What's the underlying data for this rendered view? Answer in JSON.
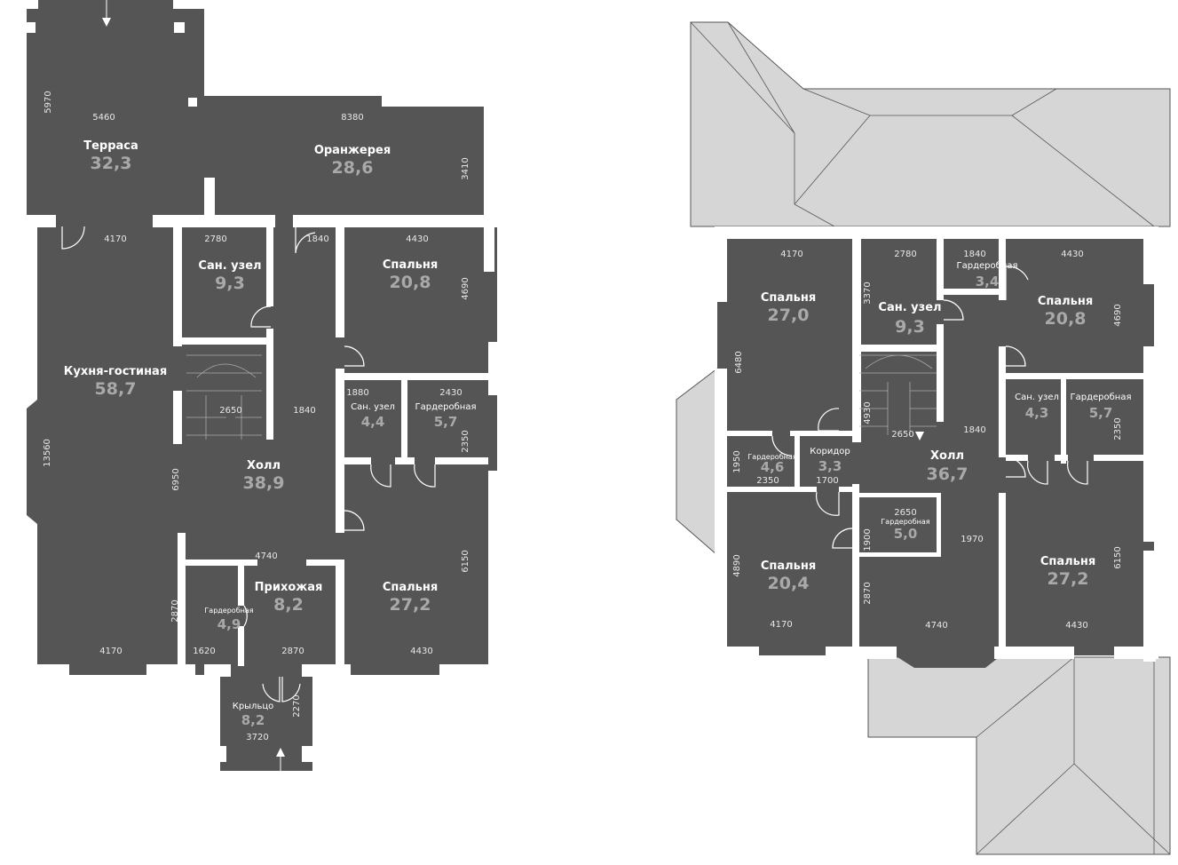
{
  "colors": {
    "room_fill": "#555555",
    "walls": "#ffffff",
    "roof": "#d6d6d6",
    "area_text": "#a9a9a9"
  },
  "floor1": {
    "rooms": [
      {
        "name": "Терраса",
        "area": "32,3"
      },
      {
        "name": "Оранжерея",
        "area": "28,6"
      },
      {
        "name": "Сан. узел",
        "area": "9,3"
      },
      {
        "name": "Спальня",
        "area": "20,8"
      },
      {
        "name": "Кухня-гостиная",
        "area": "58,7"
      },
      {
        "name": "Сан. узел",
        "area": "4,4"
      },
      {
        "name": "Гардеробная",
        "area": "5,7"
      },
      {
        "name": "Холл",
        "area": "38,9"
      },
      {
        "name": "Прихожая",
        "area": "8,2"
      },
      {
        "name": "Гардеробная",
        "area": "4,9"
      },
      {
        "name": "Спальня",
        "area": "27,2"
      },
      {
        "name": "Крыльцо",
        "area": "8,2"
      }
    ],
    "dimensions": [
      "5970",
      "5460",
      "8380",
      "3410",
      "4170",
      "2780",
      "1840",
      "4430",
      "4690",
      "1880",
      "2430",
      "2650",
      "1840",
      "2350",
      "13560",
      "6950",
      "4740",
      "6150",
      "2870",
      "4170",
      "1620",
      "2870",
      "4430",
      "2270",
      "3720"
    ]
  },
  "floor2": {
    "rooms": [
      {
        "name": "Спальня",
        "area": "27,0"
      },
      {
        "name": "Сан. узел",
        "area": "9,3"
      },
      {
        "name": "Гардеробная",
        "area": "3,4"
      },
      {
        "name": "Спальня",
        "area": "20,8"
      },
      {
        "name": "Сан. узел",
        "area": "4,3"
      },
      {
        "name": "Гардеробная",
        "area": "5,7"
      },
      {
        "name": "Гардеробная",
        "area": "4,6"
      },
      {
        "name": "Коридор",
        "area": "3,3"
      },
      {
        "name": "Холл",
        "area": "36,7"
      },
      {
        "name": "Гардеробная",
        "area": "5,0"
      },
      {
        "name": "Спальня",
        "area": "20,4"
      },
      {
        "name": "Спальня",
        "area": "27,2"
      }
    ],
    "dimensions": [
      "4170",
      "2780",
      "1840",
      "4430",
      "3370",
      "6480",
      "4690",
      "4930",
      "2650",
      "1840",
      "2350",
      "1950",
      "2350",
      "1700",
      "2650",
      "1900",
      "1970",
      "4890",
      "6150",
      "2870",
      "4170",
      "4740",
      "4430"
    ]
  }
}
